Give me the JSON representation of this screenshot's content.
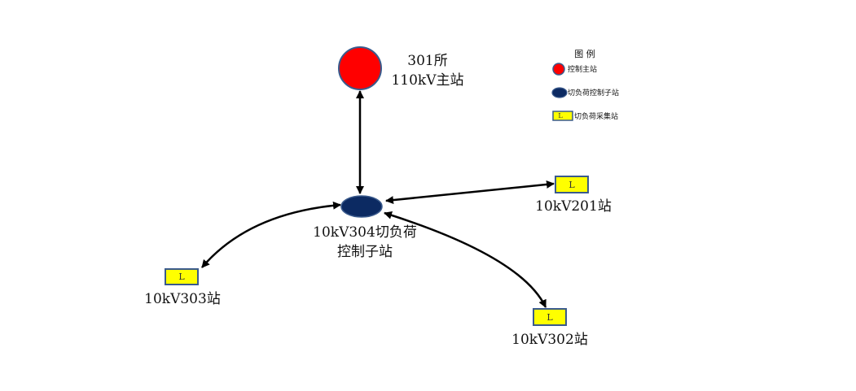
{
  "colors": {
    "main_station": "#ff0000",
    "control_substation": "#0c2a62",
    "collection_station": "#ffff00",
    "station_border": "#3a5a8c",
    "connector": "#000000"
  },
  "nodes": {
    "main_station": {
      "label_line1": "301所",
      "label_line2": "110kV主站",
      "shape": "circle"
    },
    "control_substation": {
      "label_line1": "10kV304切负荷",
      "label_line2": "控制子站",
      "shape": "ellipse"
    },
    "station_201": {
      "label": "10kV201站",
      "box_letter": "L",
      "shape": "rectangle"
    },
    "station_303": {
      "label": "10kV303站",
      "box_letter": "L",
      "shape": "rectangle"
    },
    "station_302": {
      "label": "10kV302站",
      "box_letter": "L",
      "shape": "rectangle"
    }
  },
  "legend": {
    "title": "图 例",
    "items": [
      {
        "label": "控制主站",
        "shape": "circle"
      },
      {
        "label": "切负荷控制子站",
        "shape": "ellipse"
      },
      {
        "label": "切负荷采集站",
        "shape": "rectangle",
        "box_letter": "L"
      }
    ]
  },
  "edges": [
    {
      "from": "main_station",
      "to": "control_substation",
      "direction": "both"
    },
    {
      "from": "control_substation",
      "to": "station_201",
      "direction": "both"
    },
    {
      "from": "control_substation",
      "to": "station_303",
      "direction": "both"
    },
    {
      "from": "control_substation",
      "to": "station_302",
      "direction": "both"
    }
  ]
}
